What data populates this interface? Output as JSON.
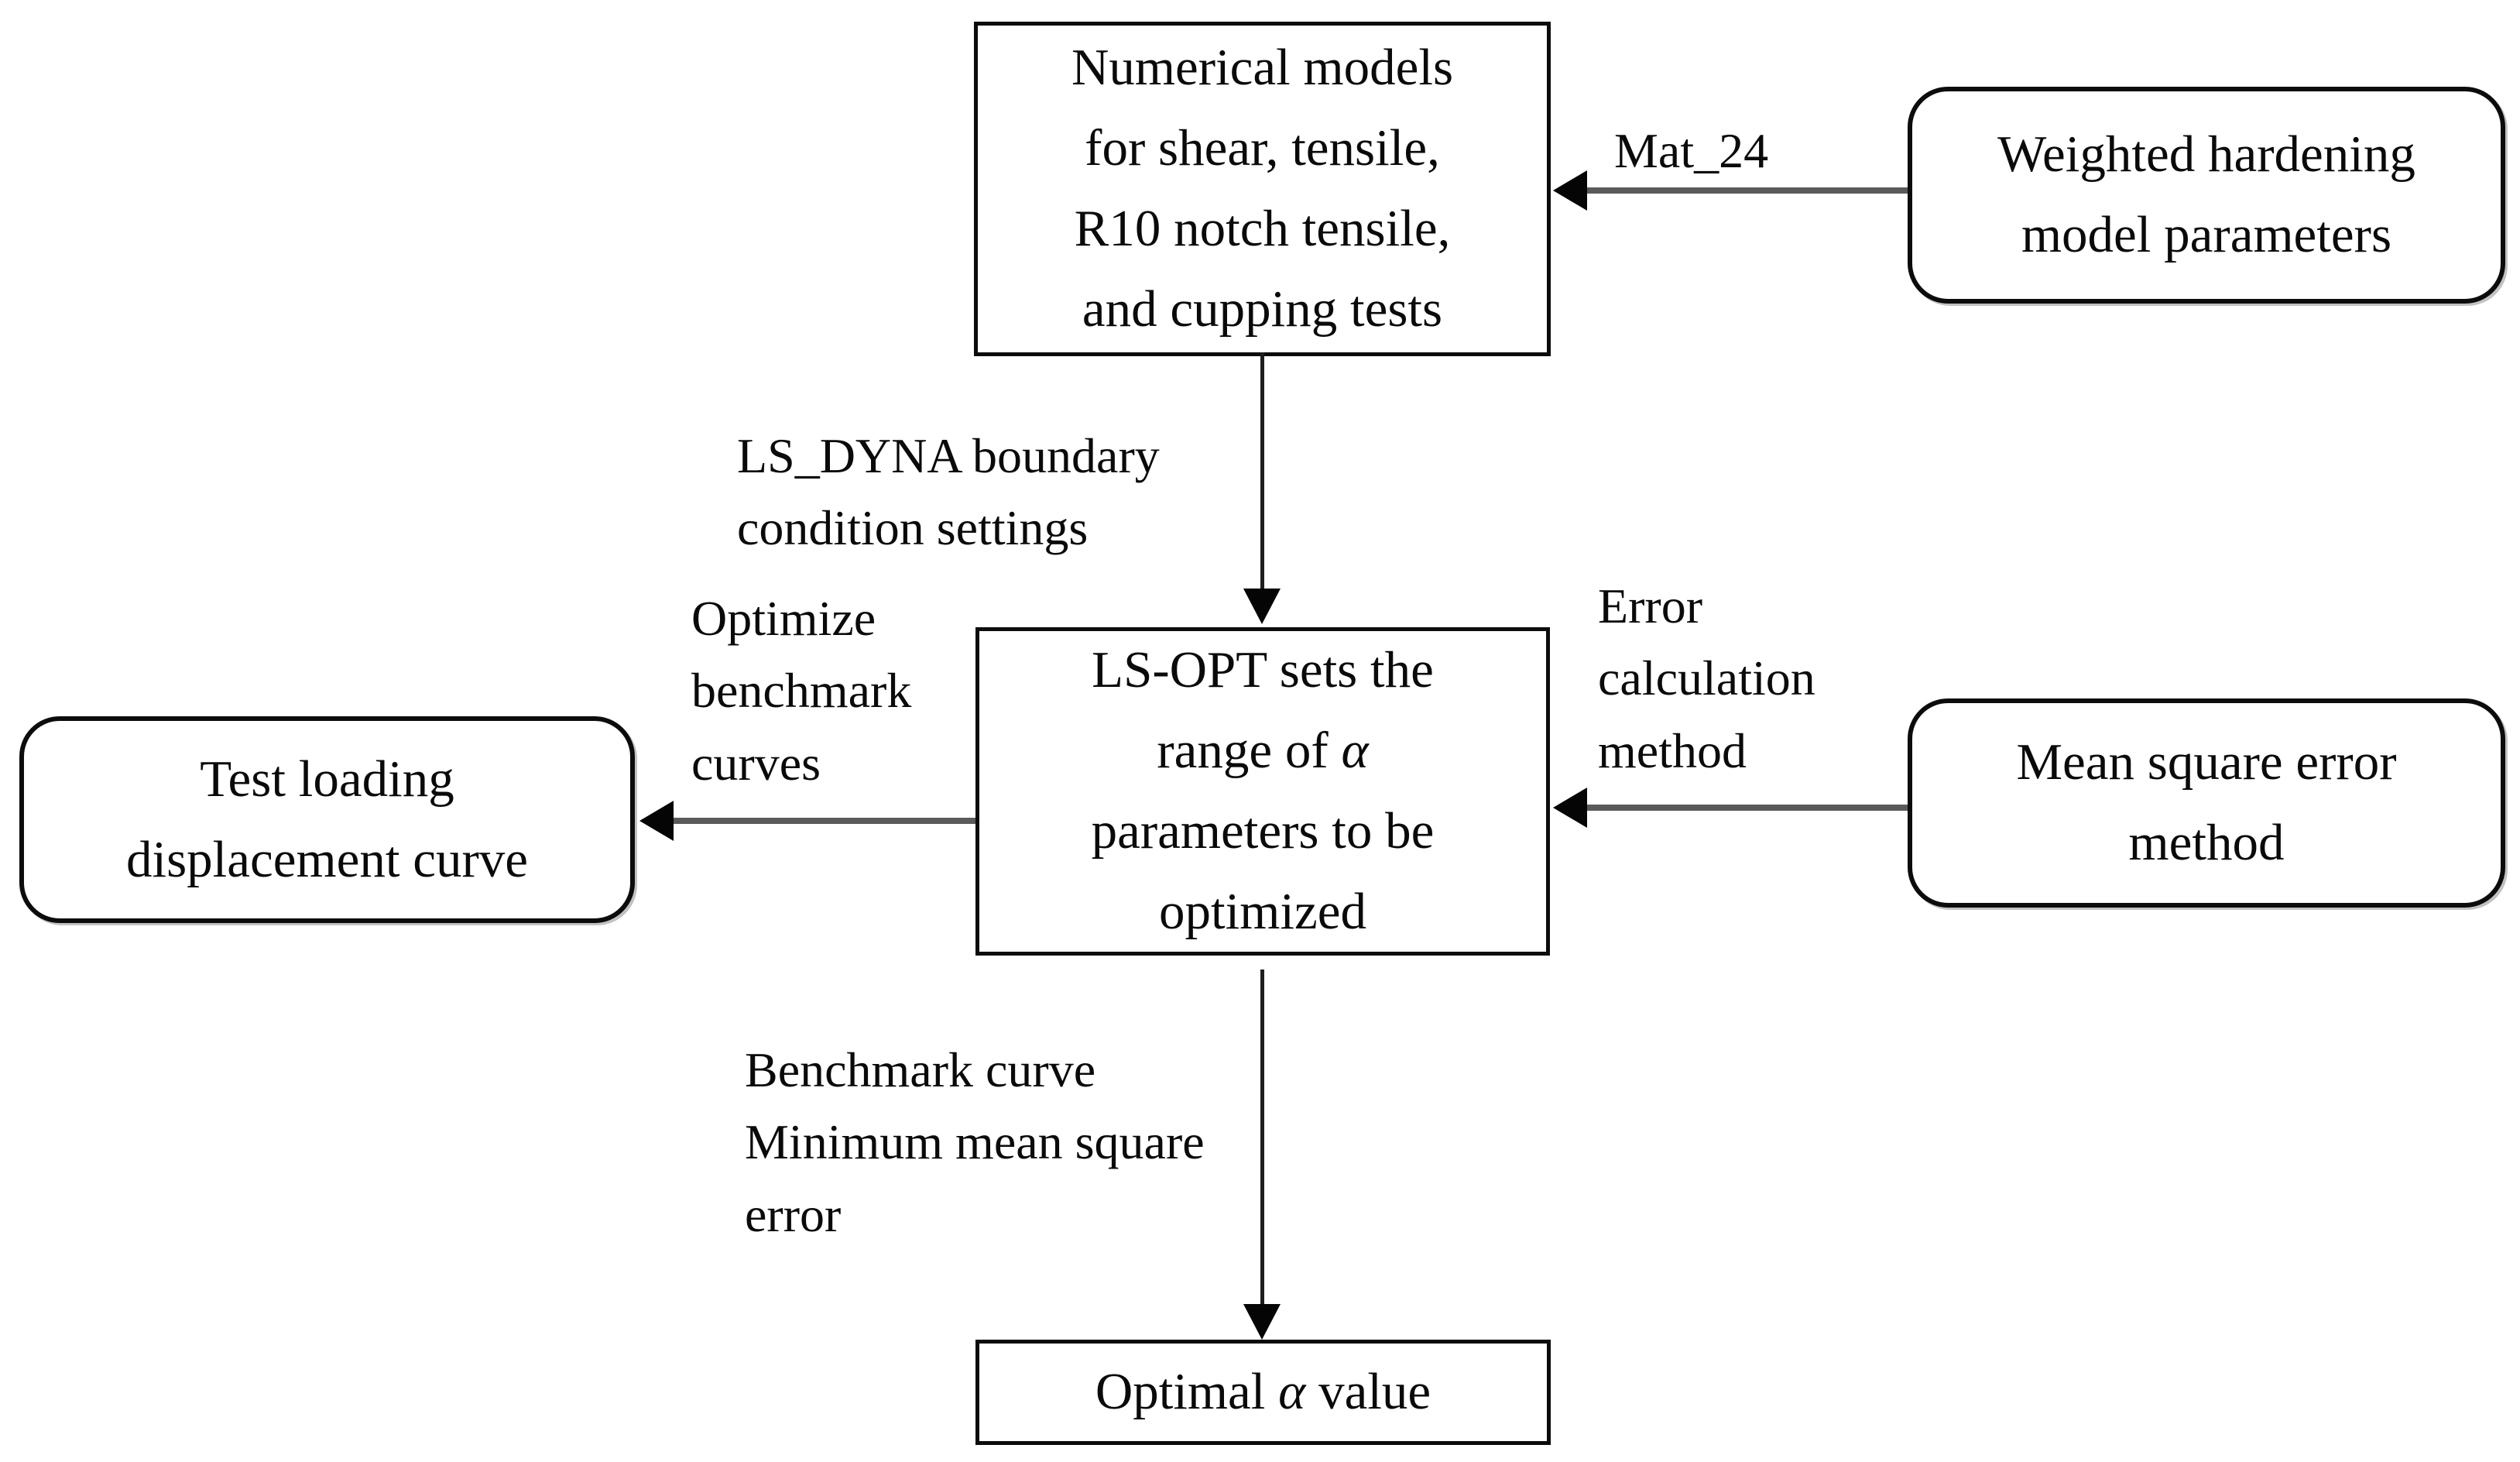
{
  "diagram": {
    "title": "LS-OPT alpha parameter optimization flowchart",
    "nodes": {
      "numerical_models": {
        "lines": [
          "Numerical models",
          "for shear, tensile,",
          "R10 notch tensile,",
          "and cupping tests"
        ]
      },
      "weighted_hardening": {
        "lines": [
          "Weighted hardening",
          "model parameters"
        ]
      },
      "ls_opt": {
        "line1": "LS-OPT sets the",
        "line2_pre": "range of ",
        "alpha": "α",
        "line3": "parameters to be",
        "line4": "optimized"
      },
      "test_loading": {
        "lines": [
          "Test loading",
          "displacement curve"
        ]
      },
      "mean_square": {
        "lines": [
          "Mean square error",
          "method"
        ]
      },
      "optimal_alpha": {
        "pre": "Optimal ",
        "alpha": "α",
        "post": " value"
      }
    },
    "edge_labels": {
      "mat24": "Mat_24",
      "ls_dyna": "LS_DYNA boundary\ncondition settings",
      "optimize_benchmark": "Optimize\nbenchmark\ncurves",
      "error_calculation": "Error\ncalculation\nmethod",
      "benchmark_min": "Benchmark curve\nMinimum mean square\nerror"
    },
    "colors": {
      "text": "#0a0a0a",
      "box_border": "#0c0c0c",
      "horizontal_line": "#5a5a5a",
      "vertical_line": "#1e1e1e",
      "background": "#ffffff"
    }
  }
}
